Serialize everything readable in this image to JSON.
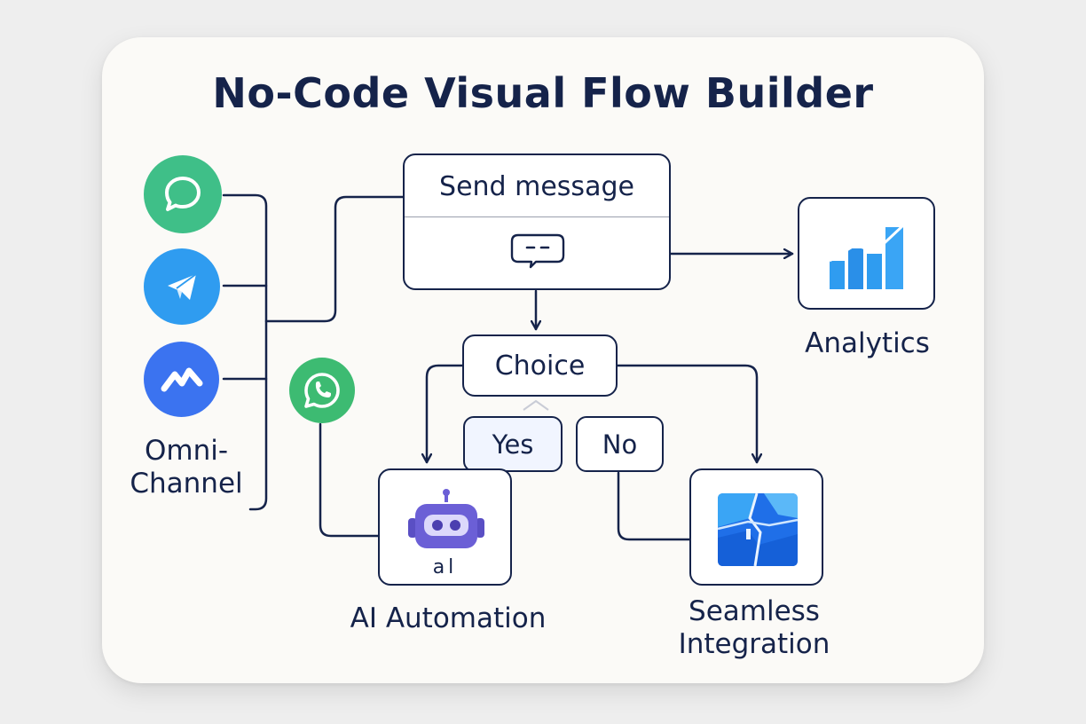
{
  "title": "No-Code Visual Flow Builder",
  "nodes": {
    "send_message": "Send message",
    "choice": "Choice",
    "yes": "Yes",
    "no": "No",
    "ai_badge": "al"
  },
  "captions": {
    "omni_line1": "Omni-",
    "omni_line2": "Channel",
    "analytics": "Analytics",
    "ai_automation": "AI Automation",
    "integration_line1": "Seamless",
    "integration_line2": "Integration"
  },
  "icons": {
    "chat": "chat-bubble-icon",
    "telegram": "paper-plane-icon",
    "messenger": "messenger-icon",
    "whatsapp": "whatsapp-icon",
    "message": "message-bubble-icon",
    "analytics": "bar-chart-icon",
    "robot": "robot-icon",
    "integration": "integration-icon"
  },
  "colors": {
    "navy": "#15234a",
    "green": "#3fbf88",
    "whatsapp_green": "#3dbb72",
    "blue": "#2f9cf0",
    "messenger_blue": "#3b73f0",
    "purple": "#6b5fd6",
    "card": "#fbfaf7"
  }
}
